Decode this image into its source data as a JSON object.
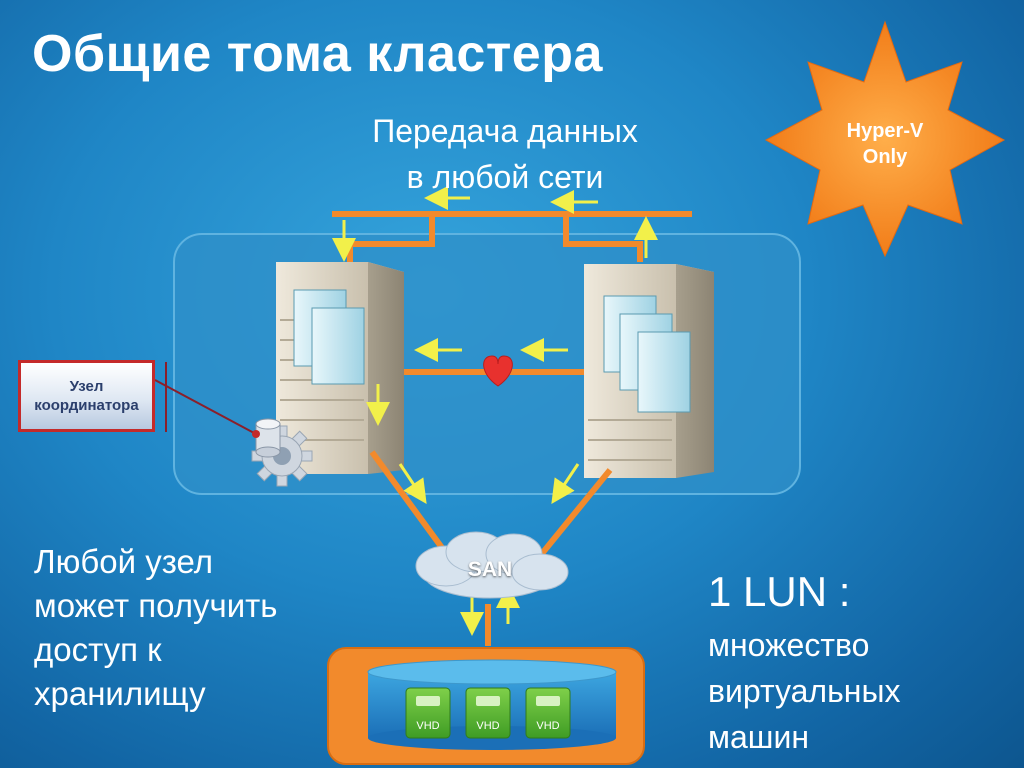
{
  "title": "Общие тома кластера",
  "subtitle": {
    "line1": "Передача данных",
    "line2": "в любой сети"
  },
  "badge": {
    "line1": "Hyper-V",
    "line2": "Only"
  },
  "coordinator": {
    "line1": "Узел",
    "line2": "координатора"
  },
  "left_text": {
    "line1": "Любой узел",
    "line2": "может получить",
    "line3": "доступ к",
    "line4": "хранилищу"
  },
  "lun": {
    "title": "1 LUN :",
    "line1": "множество",
    "line2": "виртуальных",
    "line3": "машин"
  },
  "san_label": "SAN",
  "vhd_labels": [
    "VHD",
    "VHD",
    "VHD"
  ],
  "colors": {
    "orange": "#f28a2c",
    "arrow_yellow": "#f2f04a",
    "cluster_panel": "#2f8fc8",
    "heart": "#e8312e",
    "coordinator_border": "#c42a2a"
  },
  "icons": [
    "server-icon",
    "vm-stack-icon",
    "heart-icon",
    "gear-icon",
    "database-icon",
    "cloud-icon",
    "disk-icon",
    "star-burst"
  ]
}
